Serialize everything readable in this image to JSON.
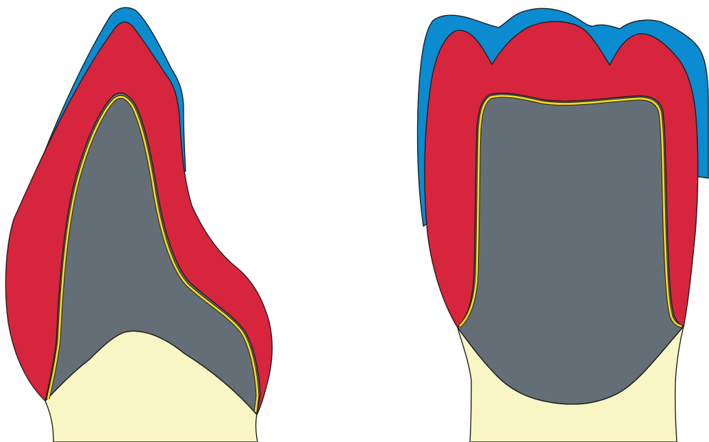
{
  "diagram": {
    "colors": {
      "background": "#ffffff",
      "root": "#f7f6c4",
      "coping": "#636e76",
      "bonding_layer": "#f4d521",
      "body_porcelain": "#d6253d",
      "incisal_porcelain": "#0b8bd0",
      "outline": "#1d1d1b"
    },
    "views": [
      {
        "view": "section-view",
        "layers": [
          "root",
          "coping",
          "bonding-layer",
          "body-porcelain",
          "incisal-porcelain"
        ]
      },
      {
        "view": "front-view",
        "layers": [
          "root",
          "coping",
          "bonding-layer",
          "body-porcelain",
          "incisal-porcelain"
        ]
      }
    ]
  }
}
